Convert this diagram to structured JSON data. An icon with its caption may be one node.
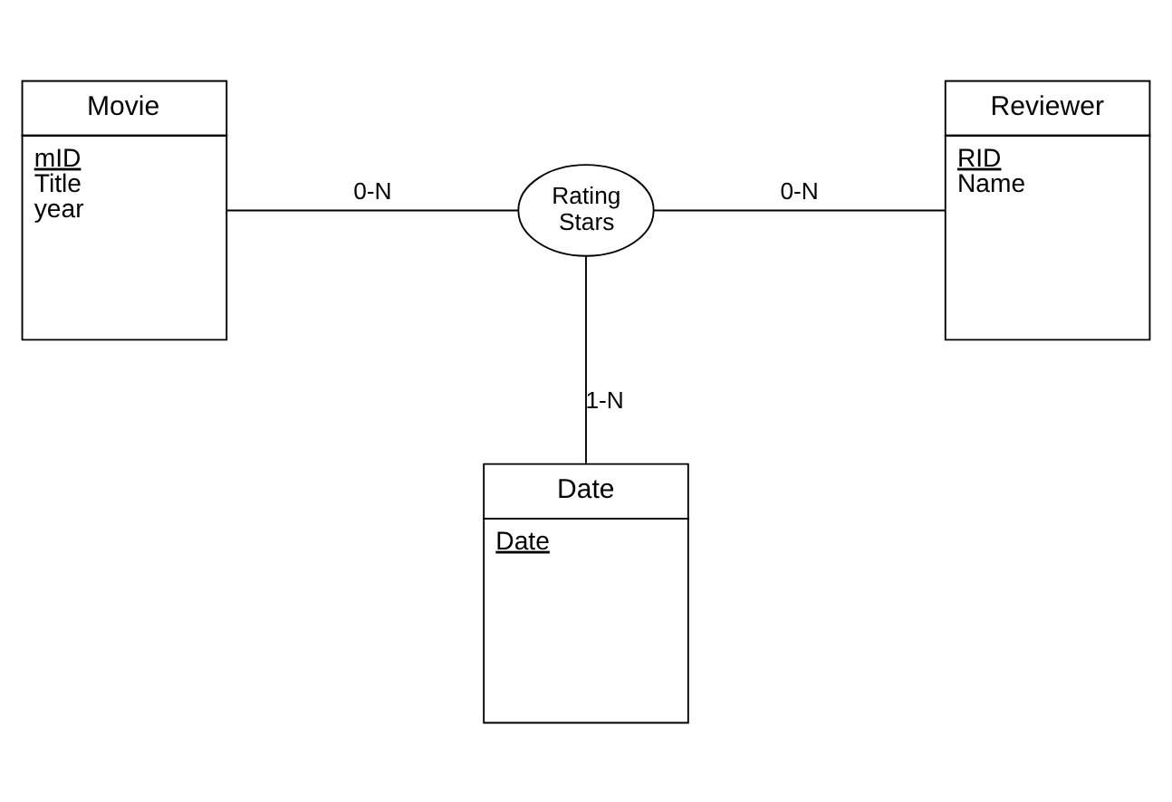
{
  "diagram": {
    "nodes": [
      {
        "text": [
          "Movie",
          "mID",
          "Title",
          "year"
        ]
      },
      {
        "text": [
          "Rating",
          "Stars"
        ]
      },
      {
        "text": [
          "Reviewer",
          "RID",
          "Name"
        ]
      },
      {
        "text": [
          "Date",
          "Date"
        ]
      }
    ],
    "edges": [
      {
        "from": 0,
        "to": 1,
        "arrow": "none",
        "label": "0-N"
      },
      {
        "from": 1,
        "to": 2,
        "arrow": "none",
        "label": "0-N"
      },
      {
        "from": 1,
        "to": 3,
        "arrow": "none",
        "label": "1-N"
      }
    ]
  }
}
